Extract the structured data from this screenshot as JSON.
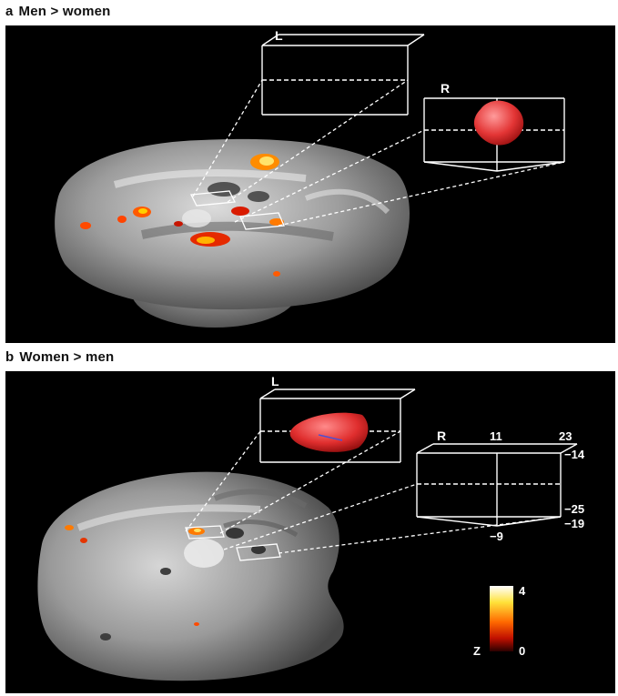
{
  "panel_a": {
    "letter": "a",
    "title": "Men > women",
    "box_left_label": "L",
    "box_right_label": "R"
  },
  "panel_b": {
    "letter": "b",
    "title": "Women > men",
    "box_left_label": "L",
    "box_right_label": "R",
    "coords": {
      "top_mid": "11",
      "top_right": "23",
      "right_upper": "−14",
      "right_lower_a": "−25",
      "right_lower_b": "−19",
      "bottom_mid": "−9"
    }
  },
  "colorbar": {
    "label": "Z",
    "max": "4",
    "min": "0"
  },
  "colors": {
    "background": "#000000",
    "activation_dark": "#8b0000",
    "activation_mid": "#ff4a00",
    "activation_high": "#ffd800",
    "activation_max": "#ffffff"
  }
}
